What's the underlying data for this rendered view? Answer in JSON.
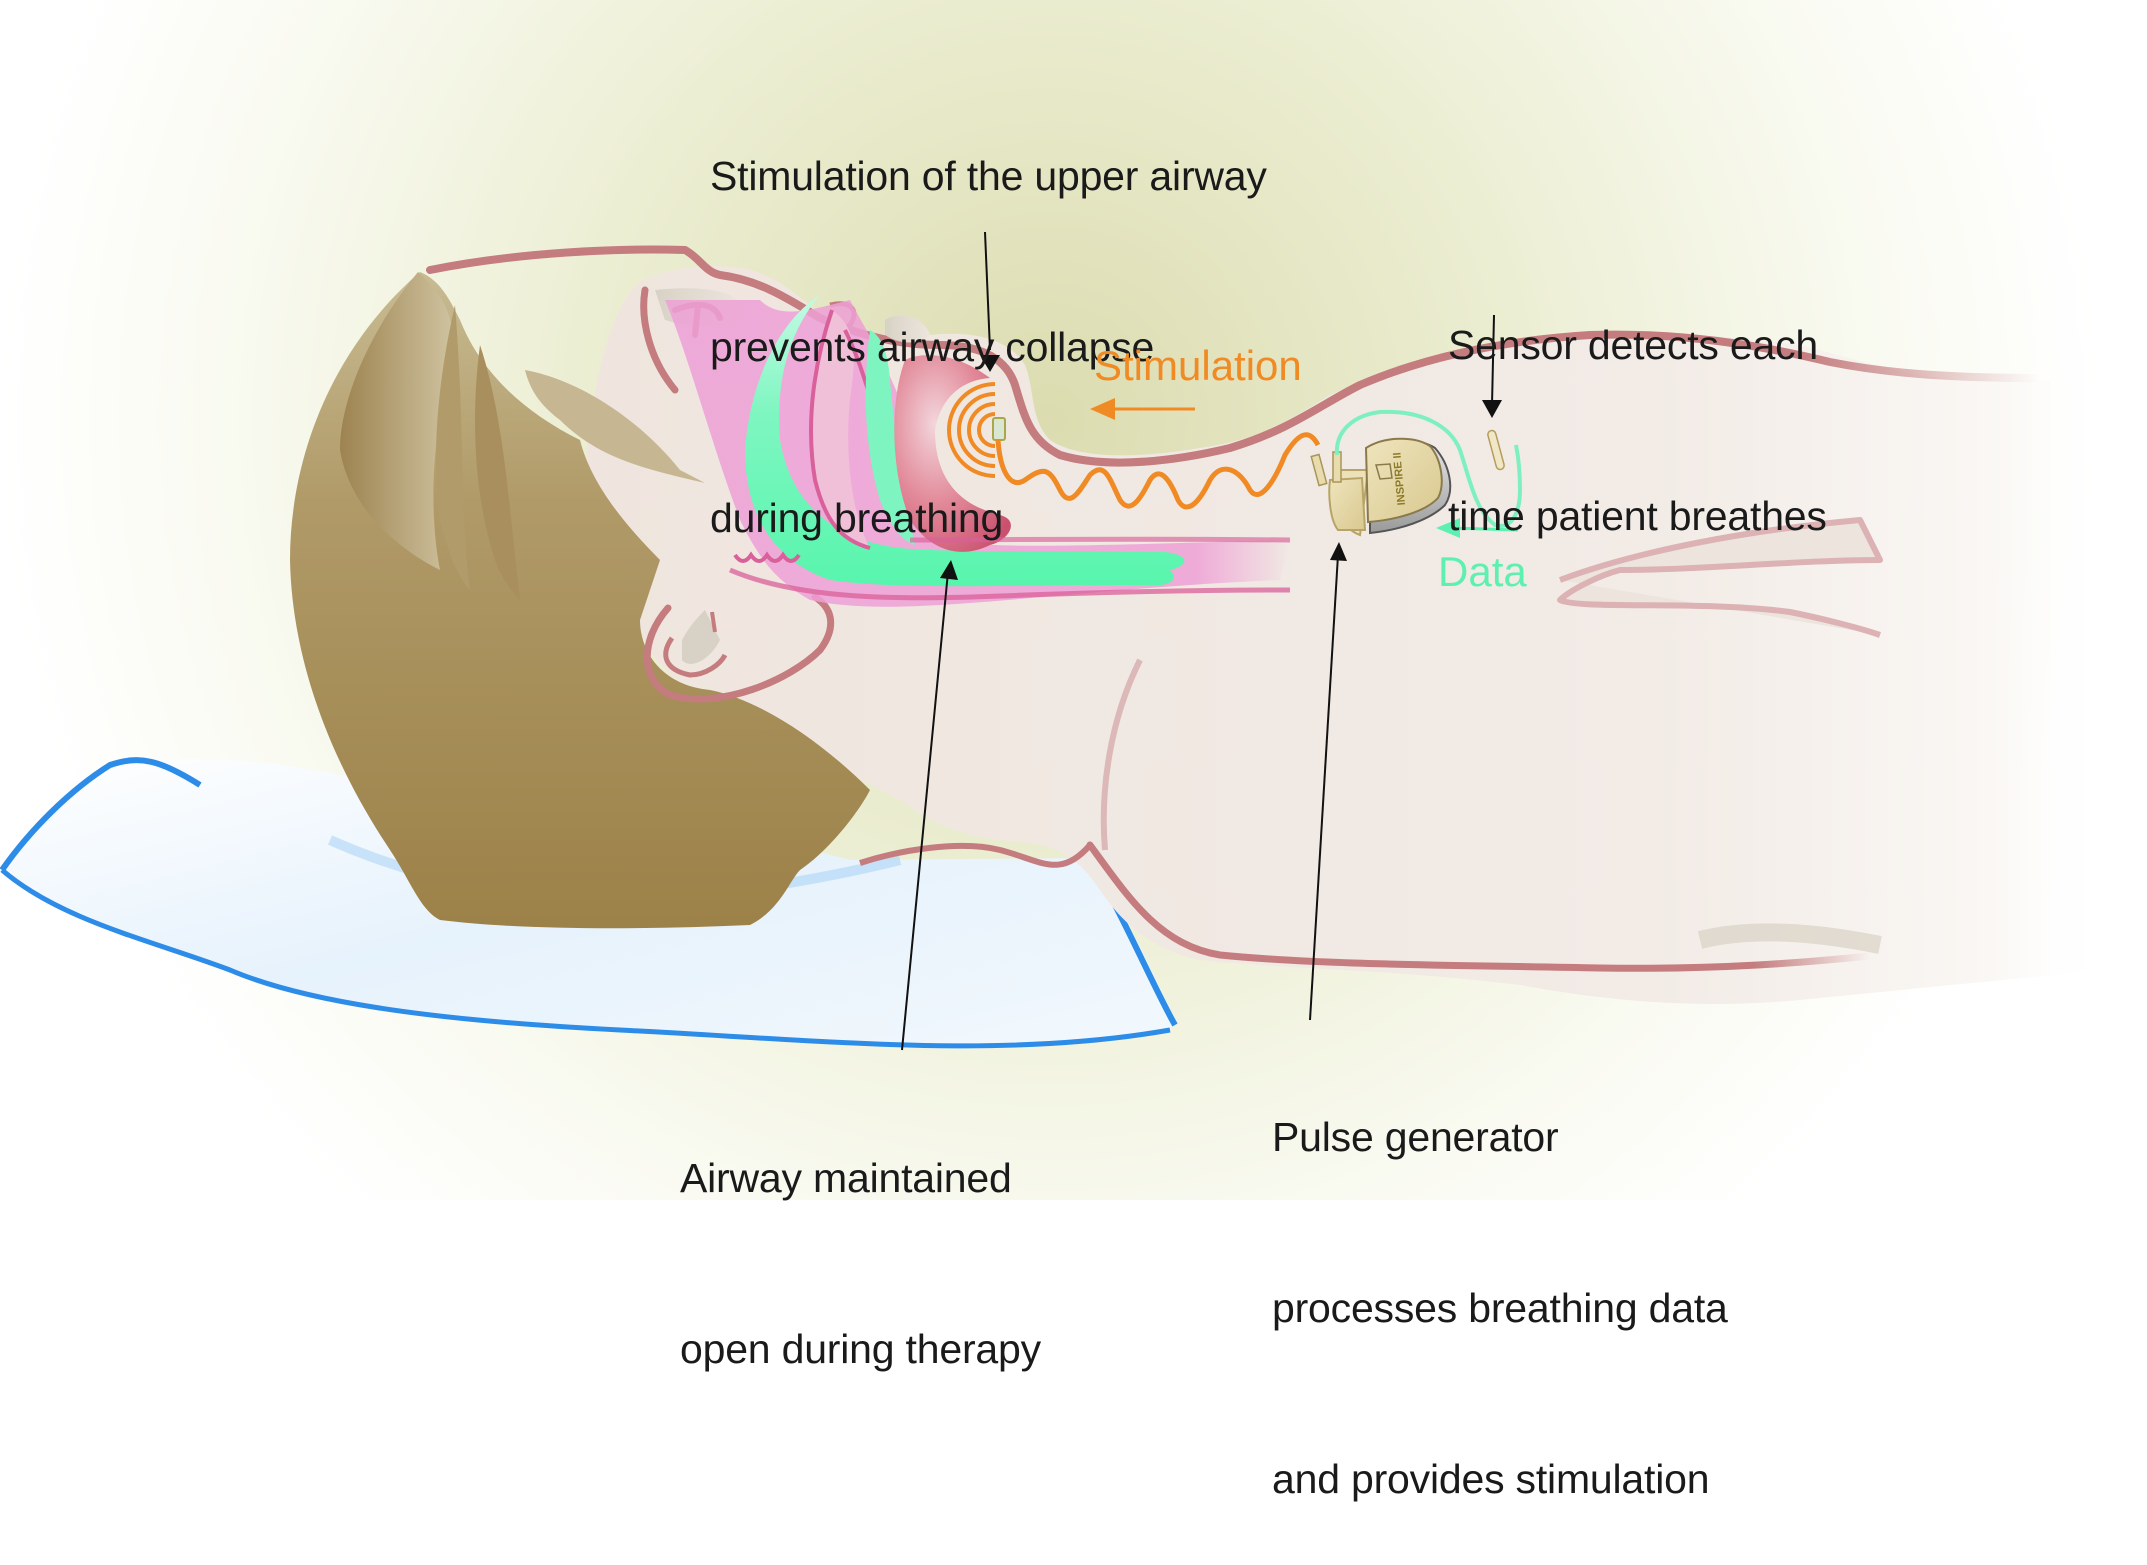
{
  "diagram": {
    "subject": "Upper airway stimulation therapy for obstructive sleep apnea",
    "colors": {
      "stimulation": "#f08a24",
      "data": "#5ef0b0",
      "skin_outline": "#c47c7e",
      "skin_fill": "#efe6df",
      "hair": "#a98c57",
      "airway_pink": "#eea0d6",
      "airway_green": "#58f5ad",
      "pillow_outline": "#2d8ce8",
      "pillow_fill": "#dcedfa",
      "background_glow": "#e4e5c2",
      "text": "#1a1a1a",
      "leader_line": "#111111"
    },
    "callouts": {
      "stimulation_airway": {
        "lines": [
          "Stimulation of the upper airway",
          "prevents airway collapse",
          "during breathing"
        ]
      },
      "sensor": {
        "lines": [
          "Sensor detects each",
          "time patient breathes"
        ]
      },
      "airway_open": {
        "lines": [
          "Airway maintained",
          "open during therapy"
        ]
      },
      "pulse_generator": {
        "lines": [
          "Pulse generator",
          "processes breathing data",
          "and provides stimulation"
        ]
      }
    },
    "flow_labels": {
      "stimulation": "Stimulation",
      "data": "Data"
    },
    "device": {
      "brand_text": "INSPIRE II"
    },
    "components": [
      "stimulation-lead-electrode",
      "pulse-generator",
      "breathing-sensor-lead",
      "upper-airway",
      "pillow",
      "patient"
    ]
  }
}
